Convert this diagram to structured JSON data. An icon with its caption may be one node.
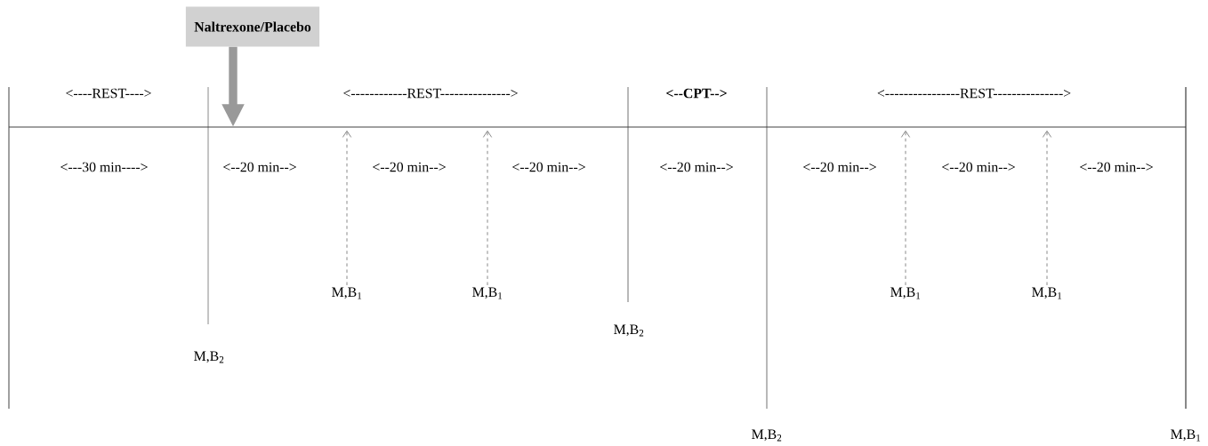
{
  "diagram": {
    "nodes": [
      {
        "text": [
          "Naltrexone/Placebo"
        ]
      },
      {
        "text": [
          "M,B$_{1}$"
        ]
      },
      {
        "text": [
          "M,B$_{1}$"
        ]
      },
      {
        "text": [
          "M,B$_{1}$"
        ]
      },
      {
        "text": [
          "M,B$_{1}$"
        ]
      }
    ],
    "edges": [
      {
        "from": 0,
        "to": null,
        "arrow": "to",
        "style": "thick",
        "color": "#999999"
      },
      {
        "from": 1,
        "to": null,
        "arrow": "to",
        "style": "dashed"
      },
      {
        "from": 2,
        "to": null,
        "arrow": "to",
        "style": "dashed"
      },
      {
        "from": 3,
        "to": null,
        "arrow": "to",
        "style": "dashed"
      },
      {
        "from": 4,
        "to": null,
        "arrow": "to",
        "style": "dashed"
      }
    ],
    "labels": [
      "<----REST---->",
      "<------------REST--------------->",
      "<--CPT-->",
      "<----------------REST--------------->",
      "<---30 min---->",
      "<--20 min-->",
      "<--20 min-->",
      "<--20 min-->",
      "<--20 min-->",
      "<--20 min-->",
      "<--20 min-->",
      "<--20 min-->",
      "M,B$_{2}$",
      "M,B$_{2}$",
      "M,B$_{2}$",
      "M,B$_{1}$"
    ]
  }
}
